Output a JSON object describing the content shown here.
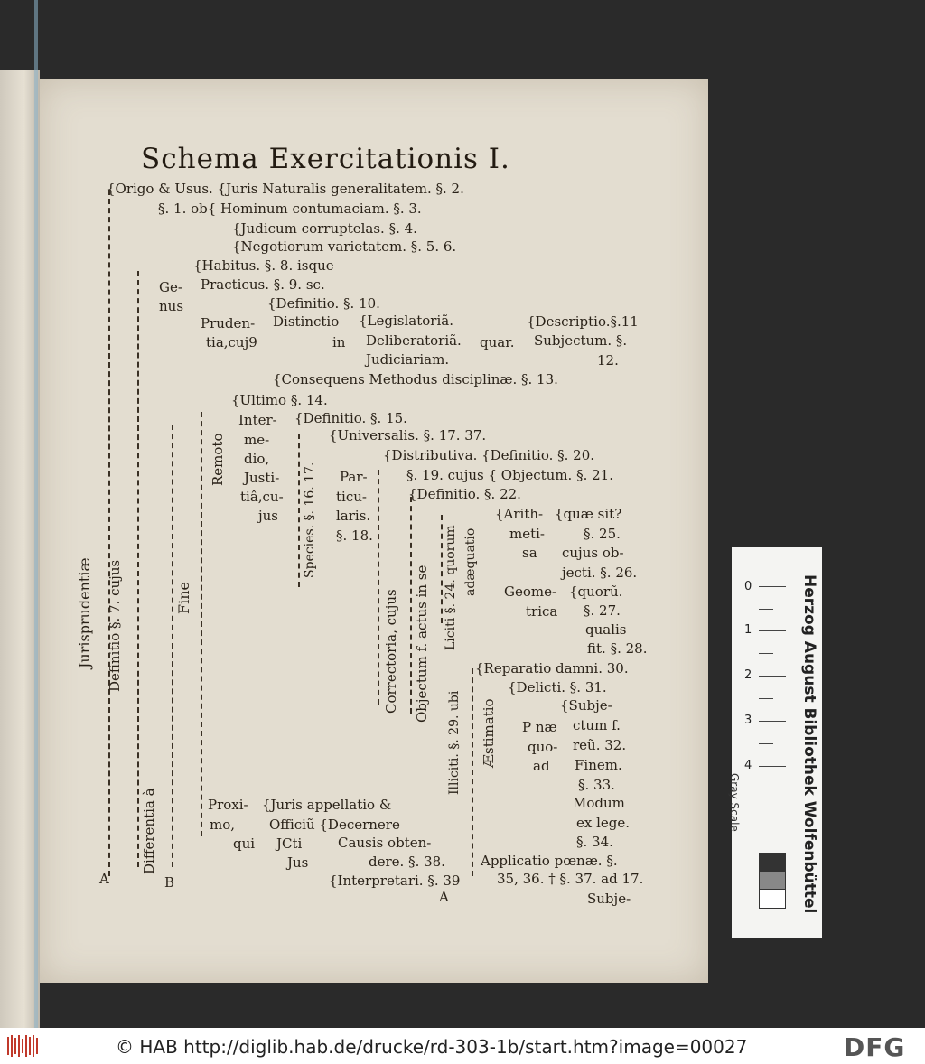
{
  "title": "Schema Exercitationis I.",
  "top_block": {
    "l1": "{Origo & Usus. {Juris Naturalis generalitatem. §. 2.",
    "l2": "§. 1. ob{ Hominum contumaciam. §. 3.",
    "l3": "{Judicum corruptelas. §. 4.",
    "l4": "{Negotiorum varietatem. §. 5. 6."
  },
  "genus": {
    "label1": "Ge-",
    "label2": "nus",
    "habitus": "{Habitus. §. 8. isque",
    "practicus": "Practicus. §. 9. sc.",
    "definitio": "{Definitio. §. 10.",
    "pruden": "Pruden-",
    "tia": "tia,cuj9",
    "distinctio": "Distinctio",
    "in": "in",
    "legis": "{Legislatoriã.",
    "delib": "Deliberatoriã.",
    "judic": "Judiciariam.",
    "quar": "quar.",
    "descr": "{Descriptio.§.11",
    "subj": "Subjectum. §.",
    "n12": "12.",
    "consequens": "{Consequens Methodus disciplinæ. §. 13."
  },
  "fine": {
    "remoto": "Remoto",
    "ultimo": "{Ultimo §. 14.",
    "inter": "Inter-",
    "me": "me-",
    "dio": "dio,",
    "justi": "Justi-",
    "tiacu": "tiâ,cu-",
    "jus": "jus",
    "def15": "{Definitio. §. 15.",
    "species": "Species. §. 16. 17.",
    "univ": "{Universalis. §. 17. 37.",
    "par": "Par-",
    "ticu": "ticu-",
    "laris": "laris.",
    "n18": "§. 18.",
    "distr": "{Distributiva. {Definitio. §. 20.",
    "cujus19": "§. 19. cujus { Objectum. §. 21.",
    "def22": "{Definitio. §. 22.",
    "correct": "Correctoria, cujus",
    "objectum": "Objectum f. actus in se",
    "liciti": "Liciti §. 24. quorum",
    "adaeq": "adæquatio",
    "arith": "{Arith-",
    "meti": "meti-",
    "sa": "sa",
    "quae": "{quæ sit?",
    "n25": "§. 25.",
    "cujusob": "cujus ob-",
    "jecti": "jecti. §. 26.",
    "geom": "Geome-",
    "trica": "trica",
    "quoru": "{quorũ.",
    "n27": "§. 27.",
    "qualis": "qualis",
    "fit28": "fit. §. 28.",
    "illiciti": "Illiciti. §. 29. ubi",
    "aestim": "Æstimatio",
    "repar": "{Reparatio damni. 30.",
    "delicti": "{Delicti. §. 31.",
    "pnae": "P næ",
    "quo": "quo-",
    "ad": "ad",
    "subje": "{Subje-",
    "ctum": "ctum f.",
    "reu": "reũ. 32.",
    "finem": "Finem.",
    "n33": "§. 33.",
    "modum": "Modum",
    "exlege": "ex lege.",
    "n34": "§. 34.",
    "applic": "Applicatio pœnæ. §.",
    "n35": "35, 36. † §. 37. ad 17.",
    "subjeLast": "Subje-",
    "proxi": "Proxi-",
    "mo": "mo,",
    "qui": "qui",
    "jurisapp": "{Juris appellatio &",
    "officiu": "Officiũ {Decernere",
    "jcti": "JCti",
    "causis": "Causis obten-",
    "jus2": "Jus",
    "dere": "dere. §. 38.",
    "interp": "{Interpretari. §. 39"
  },
  "side_labels": {
    "juris": "Jurisprudentiæ",
    "definitio7": "Definitio §. 7. cujus",
    "differentia": "Differentia à",
    "fine": "Fine",
    "A1": "A",
    "B": "B",
    "A2": "A"
  },
  "ruler": {
    "library": "Herzog August Bibliothek Wolfenbüttel",
    "gray": "Gray Scale",
    "nums": [
      "0",
      "1",
      "2",
      "3",
      "4"
    ]
  },
  "footer": {
    "url": "© HAB http://diglib.hab.de/drucke/rd-303-1b/start.htm?image=00027",
    "dfg": "DFG"
  }
}
